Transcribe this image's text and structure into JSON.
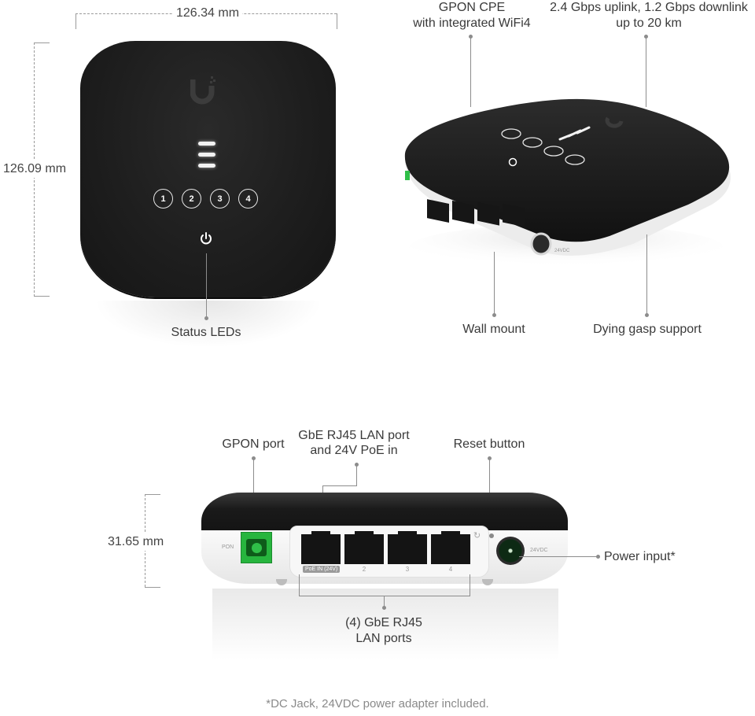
{
  "top_view": {
    "width_dimension": "126.34 mm",
    "height_dimension": "126.09 mm",
    "port_leds": [
      "1",
      "2",
      "3",
      "4"
    ],
    "callouts": {
      "status_leds": "Status LEDs"
    }
  },
  "perspective_view": {
    "callouts": {
      "gpon_cpe_line1": "GPON  CPE",
      "gpon_cpe_line2": "with integrated WiFi4",
      "speed_line1": "2.4 Gbps uplink, 1.2 Gbps downlink",
      "speed_line2": "up to 20 km",
      "wall_mount": "Wall mount",
      "dying_gasp": "Dying gasp support"
    },
    "dc_label": "24VDC"
  },
  "rear_view": {
    "height_dimension": "31.65 mm",
    "pon_label": "PON",
    "dc_label": "24VDC",
    "poe_tag": "PoE IN (24V)",
    "port_numbers": [
      "2",
      "3",
      "4"
    ],
    "callouts": {
      "gpon_port": "GPON port",
      "lan_poe_line1": "GbE RJ45 LAN port",
      "lan_poe_line2": "and 24V PoE in",
      "reset_button": "Reset button",
      "power_input": "Power input*",
      "lan_ports_line1": "(4) GbE RJ45",
      "lan_ports_line2": "LAN ports"
    }
  },
  "footnote": "*DC Jack, 24VDC power adapter included.",
  "colors": {
    "device_black": "#1e1e1e",
    "device_white": "#f2f2f2",
    "gpon_green": "#27b53e",
    "leader_line": "#8c8c8c",
    "footnote_gray": "#8a8a8a"
  }
}
